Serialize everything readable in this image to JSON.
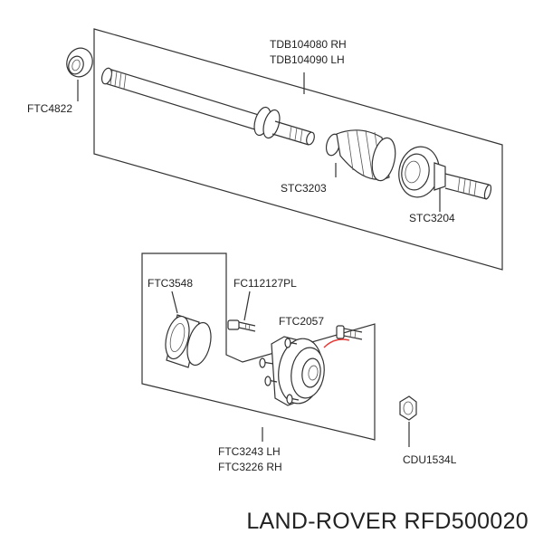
{
  "labels": {
    "shaft_rh": "TDB104080 RH",
    "shaft_lh": "TDB104090 LH",
    "seal": "FTC4822",
    "boot": "STC3203",
    "cv_joint": "STC3204",
    "bearing": "FTC3548",
    "bolt": "FC112127PL",
    "stud": "FTC2057",
    "hub_lh": "FTC3243 LH",
    "hub_rh": "FTC3226 RH",
    "nut": "CDU1534L"
  },
  "footer": {
    "brand": "LAND-ROVER RFD500020"
  },
  "colors": {
    "line": "#333333",
    "highlight": "#e53935",
    "text": "#222222"
  }
}
